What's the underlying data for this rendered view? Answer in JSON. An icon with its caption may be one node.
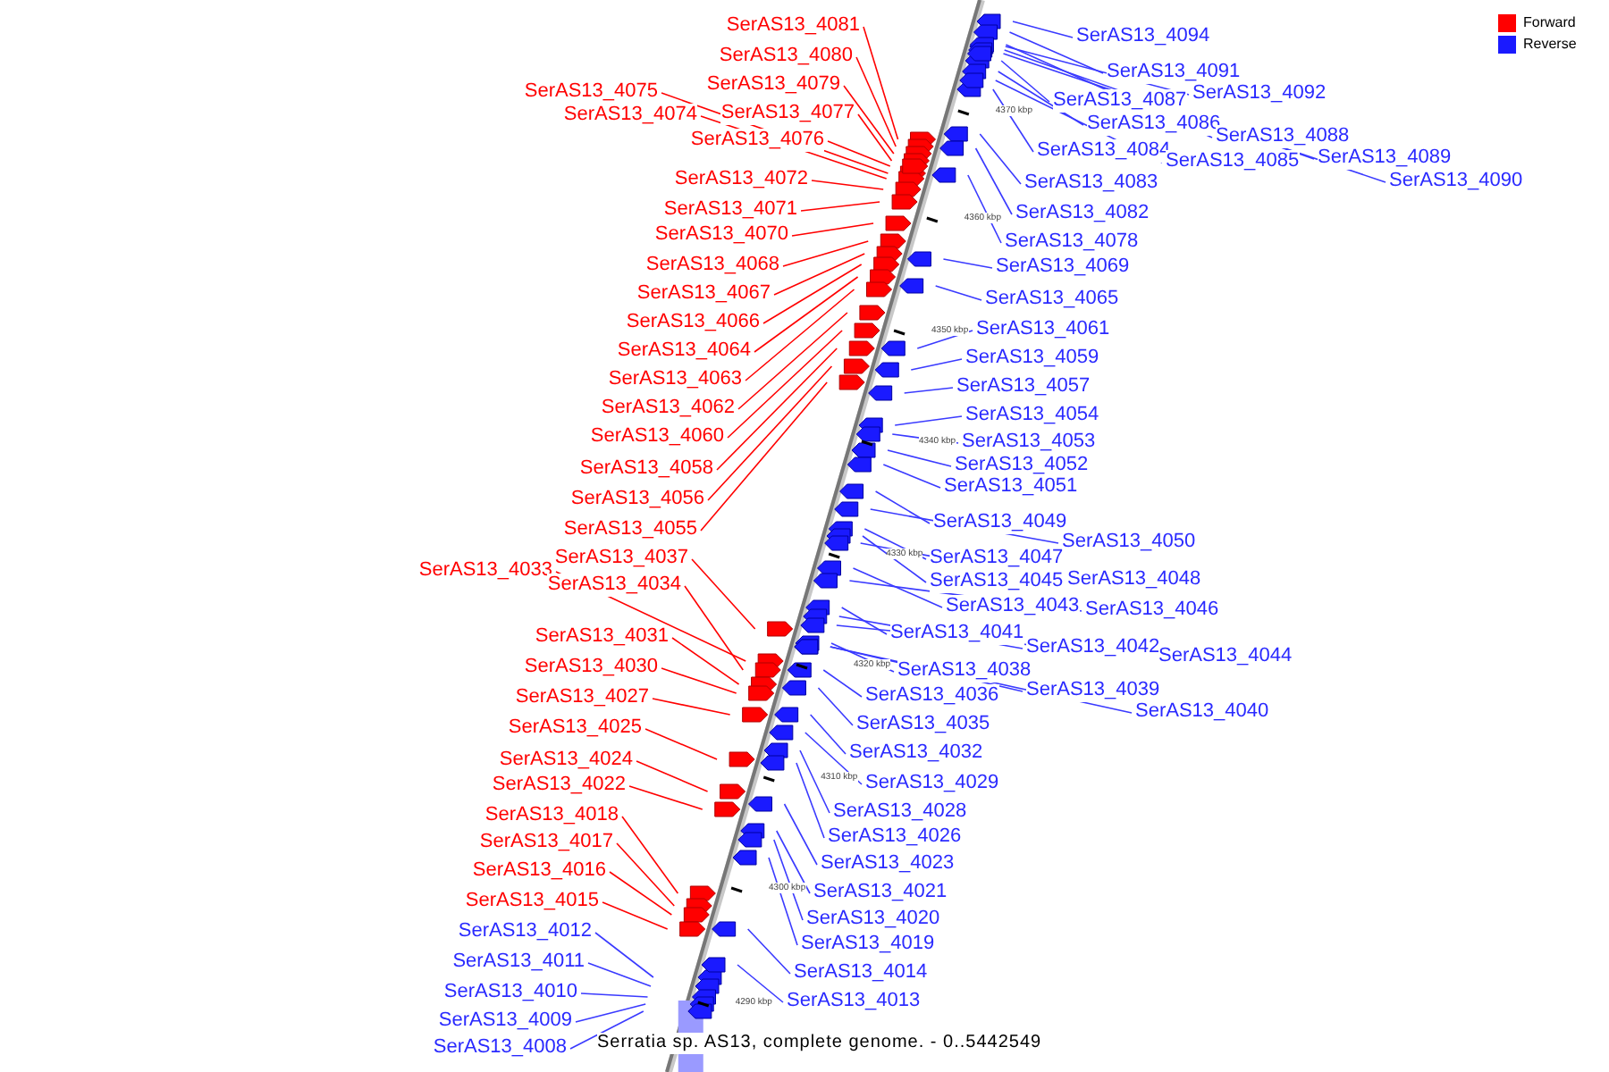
{
  "diagram": {
    "caption": "Serratia sp. AS13, complete genome. - 0..5442549",
    "nodes": [
      {
        "text": [
          "SerAS13_4081"
        ]
      },
      {
        "text": [
          "SerAS13_4080"
        ]
      },
      {
        "text": [
          "SerAS13_4079"
        ]
      },
      {
        "text": [
          "SerAS13_4075"
        ]
      },
      {
        "text": [
          "SerAS13_4077"
        ]
      },
      {
        "text": [
          "SerAS13_4074"
        ]
      },
      {
        "text": [
          "SerAS13_4076"
        ]
      },
      {
        "text": [
          "SerAS13_4072"
        ]
      },
      {
        "text": [
          "SerAS13_4071"
        ]
      },
      {
        "text": [
          "SerAS13_4070"
        ]
      },
      {
        "text": [
          "SerAS13_4068"
        ]
      },
      {
        "text": [
          "SerAS13_4067"
        ]
      },
      {
        "text": [
          "SerAS13_4066"
        ]
      },
      {
        "text": [
          "SerAS13_4064"
        ]
      },
      {
        "text": [
          "SerAS13_4063"
        ]
      },
      {
        "text": [
          "SerAS13_4062"
        ]
      },
      {
        "text": [
          "SerAS13_4060"
        ]
      },
      {
        "text": [
          "SerAS13_4058"
        ]
      },
      {
        "text": [
          "SerAS13_4056"
        ]
      },
      {
        "text": [
          "SerAS13_4055"
        ]
      },
      {
        "text": [
          "SerAS13_4037"
        ]
      },
      {
        "text": [
          "SerAS13_4033"
        ]
      },
      {
        "text": [
          "SerAS13_4034"
        ]
      },
      {
        "text": [
          "SerAS13_4031"
        ]
      },
      {
        "text": [
          "SerAS13_4030"
        ]
      },
      {
        "text": [
          "SerAS13_4027"
        ]
      },
      {
        "text": [
          "SerAS13_4025"
        ]
      },
      {
        "text": [
          "SerAS13_4024"
        ]
      },
      {
        "text": [
          "SerAS13_4022"
        ]
      },
      {
        "text": [
          "SerAS13_4018"
        ]
      },
      {
        "text": [
          "SerAS13_4017"
        ]
      },
      {
        "text": [
          "SerAS13_4016"
        ]
      },
      {
        "text": [
          "SerAS13_4015"
        ]
      },
      {
        "text": [
          "SerAS13_4012"
        ]
      },
      {
        "text": [
          "SerAS13_4011"
        ]
      },
      {
        "text": [
          "SerAS13_4010"
        ]
      },
      {
        "text": [
          "SerAS13_4009"
        ]
      },
      {
        "text": [
          "SerAS13_4008"
        ]
      },
      {
        "text": [
          "SerAS13_4094"
        ]
      },
      {
        "text": [
          "SerAS13_4091"
        ]
      },
      {
        "text": [
          "SerAS13_4092"
        ]
      },
      {
        "text": [
          "SerAS13_4087"
        ]
      },
      {
        "text": [
          "SerAS13_4086"
        ]
      },
      {
        "text": [
          "SerAS13_4088"
        ]
      },
      {
        "text": [
          "SerAS13_4084"
        ]
      },
      {
        "text": [
          "SerAS13_4089"
        ]
      },
      {
        "text": [
          "SerAS13_4085"
        ]
      },
      {
        "text": [
          "SerAS13_4090"
        ]
      },
      {
        "text": [
          "SerAS13_4083"
        ]
      },
      {
        "text": [
          "SerAS13_4082"
        ]
      },
      {
        "text": [
          "SerAS13_4078"
        ]
      },
      {
        "text": [
          "SerAS13_4069"
        ]
      },
      {
        "text": [
          "SerAS13_4065"
        ]
      },
      {
        "text": [
          "SerAS13_4061"
        ]
      },
      {
        "text": [
          "SerAS13_4059"
        ]
      },
      {
        "text": [
          "SerAS13_4057"
        ]
      },
      {
        "text": [
          "SerAS13_4054"
        ]
      },
      {
        "text": [
          "SerAS13_4053"
        ]
      },
      {
        "text": [
          "SerAS13_4052"
        ]
      },
      {
        "text": [
          "SerAS13_4051"
        ]
      },
      {
        "text": [
          "SerAS13_4049"
        ]
      },
      {
        "text": [
          "SerAS13_4050"
        ]
      },
      {
        "text": [
          "SerAS13_4047"
        ]
      },
      {
        "text": [
          "SerAS13_4045"
        ]
      },
      {
        "text": [
          "SerAS13_4048"
        ]
      },
      {
        "text": [
          "SerAS13_4043"
        ]
      },
      {
        "text": [
          "SerAS13_4046"
        ]
      },
      {
        "text": [
          "SerAS13_4041"
        ]
      },
      {
        "text": [
          "SerAS13_4042"
        ]
      },
      {
        "text": [
          "SerAS13_4044"
        ]
      },
      {
        "text": [
          "SerAS13_4038"
        ]
      },
      {
        "text": [
          "SerAS13_4039"
        ]
      },
      {
        "text": [
          "SerAS13_4036"
        ]
      },
      {
        "text": [
          "SerAS13_4040"
        ]
      },
      {
        "text": [
          "SerAS13_4035"
        ]
      },
      {
        "text": [
          "SerAS13_4032"
        ]
      },
      {
        "text": [
          "SerAS13_4029"
        ]
      },
      {
        "text": [
          "SerAS13_4028"
        ]
      },
      {
        "text": [
          "SerAS13_4026"
        ]
      },
      {
        "text": [
          "SerAS13_4023"
        ]
      },
      {
        "text": [
          "SerAS13_4021"
        ]
      },
      {
        "text": [
          "SerAS13_4020"
        ]
      },
      {
        "text": [
          "SerAS13_4019"
        ]
      },
      {
        "text": [
          "SerAS13_4014"
        ]
      },
      {
        "text": [
          "SerAS13_4013"
        ]
      }
    ],
    "edges": [
      {
        "from": 0,
        "to": null,
        "arrow": "none",
        "color": "#ff0000"
      },
      {
        "from": 1,
        "to": null,
        "arrow": "none",
        "color": "#ff0000"
      },
      {
        "from": 2,
        "to": null,
        "arrow": "none",
        "color": "#ff0000"
      },
      {
        "from": 3,
        "to": null,
        "arrow": "none",
        "color": "#ff0000"
      },
      {
        "from": 4,
        "to": null,
        "arrow": "none",
        "color": "#ff0000"
      },
      {
        "from": 5,
        "to": null,
        "arrow": "none",
        "color": "#ff0000"
      },
      {
        "from": 6,
        "to": null,
        "arrow": "none",
        "color": "#ff0000"
      },
      {
        "from": 7,
        "to": null,
        "arrow": "none",
        "color": "#ff0000"
      },
      {
        "from": 8,
        "to": null,
        "arrow": "none",
        "color": "#ff0000"
      },
      {
        "from": 9,
        "to": null,
        "arrow": "none",
        "color": "#ff0000"
      },
      {
        "from": 10,
        "to": null,
        "arrow": "none",
        "color": "#ff0000"
      },
      {
        "from": 11,
        "to": null,
        "arrow": "none",
        "color": "#ff0000"
      },
      {
        "from": 12,
        "to": null,
        "arrow": "none",
        "color": "#ff0000"
      },
      {
        "from": 13,
        "to": null,
        "arrow": "none",
        "color": "#ff0000"
      },
      {
        "from": 14,
        "to": null,
        "arrow": "none",
        "color": "#ff0000"
      },
      {
        "from": 15,
        "to": null,
        "arrow": "none",
        "color": "#ff0000"
      },
      {
        "from": 16,
        "to": null,
        "arrow": "none",
        "color": "#ff0000"
      },
      {
        "from": 17,
        "to": null,
        "arrow": "none",
        "color": "#ff0000"
      },
      {
        "from": 18,
        "to": null,
        "arrow": "none",
        "color": "#ff0000"
      },
      {
        "from": 19,
        "to": null,
        "arrow": "none",
        "color": "#ff0000"
      },
      {
        "from": 20,
        "to": null,
        "arrow": "none",
        "color": "#ff0000"
      },
      {
        "from": 21,
        "to": null,
        "arrow": "none",
        "color": "#ff0000"
      },
      {
        "from": 22,
        "to": null,
        "arrow": "none",
        "color": "#ff0000"
      },
      {
        "from": 23,
        "to": null,
        "arrow": "none",
        "color": "#ff0000"
      },
      {
        "from": 24,
        "to": null,
        "arrow": "none",
        "color": "#ff0000"
      },
      {
        "from": 25,
        "to": null,
        "arrow": "none",
        "color": "#ff0000"
      },
      {
        "from": 26,
        "to": null,
        "arrow": "none",
        "color": "#ff0000"
      },
      {
        "from": 27,
        "to": null,
        "arrow": "none",
        "color": "#ff0000"
      },
      {
        "from": 28,
        "to": null,
        "arrow": "none",
        "color": "#ff0000"
      },
      {
        "from": 29,
        "to": null,
        "arrow": "none",
        "color": "#ff0000"
      },
      {
        "from": 30,
        "to": null,
        "arrow": "none",
        "color": "#ff0000"
      },
      {
        "from": 31,
        "to": null,
        "arrow": "none",
        "color": "#ff0000"
      },
      {
        "from": 32,
        "to": null,
        "arrow": "none",
        "color": "#ff0000"
      },
      {
        "from": 33,
        "to": null,
        "arrow": "none"
      },
      {
        "from": 34,
        "to": null,
        "arrow": "none"
      },
      {
        "from": 35,
        "to": null,
        "arrow": "none"
      },
      {
        "from": 36,
        "to": null,
        "arrow": "none"
      },
      {
        "from": 37,
        "to": null,
        "arrow": "none"
      },
      {
        "from": 38,
        "to": null,
        "arrow": "none"
      },
      {
        "from": 39,
        "to": null,
        "arrow": "none"
      },
      {
        "from": 40,
        "to": null,
        "arrow": "none"
      },
      {
        "from": 41,
        "to": null,
        "arrow": "none"
      },
      {
        "from": 42,
        "to": null,
        "arrow": "none"
      },
      {
        "from": 43,
        "to": null,
        "arrow": "none"
      },
      {
        "from": 44,
        "to": null,
        "arrow": "none"
      },
      {
        "from": 45,
        "to": null,
        "arrow": "none"
      },
      {
        "from": 46,
        "to": null,
        "arrow": "none"
      },
      {
        "from": 47,
        "to": null,
        "arrow": "none"
      },
      {
        "from": 48,
        "to": null,
        "arrow": "none"
      },
      {
        "from": 49,
        "to": null,
        "arrow": "none"
      },
      {
        "from": 50,
        "to": null,
        "arrow": "none"
      },
      {
        "from": 51,
        "to": null,
        "arrow": "none"
      },
      {
        "from": 52,
        "to": null,
        "arrow": "none"
      },
      {
        "from": 53,
        "to": null,
        "arrow": "none"
      },
      {
        "from": 54,
        "to": null,
        "arrow": "none"
      },
      {
        "from": 55,
        "to": null,
        "arrow": "none"
      },
      {
        "from": 56,
        "to": null,
        "arrow": "none"
      },
      {
        "from": 57,
        "to": null,
        "arrow": "none"
      },
      {
        "from": 58,
        "to": null,
        "arrow": "none"
      },
      {
        "from": 59,
        "to": null,
        "arrow": "none"
      },
      {
        "from": 60,
        "to": null,
        "arrow": "none"
      },
      {
        "from": 61,
        "to": null,
        "arrow": "none"
      },
      {
        "from": 62,
        "to": null,
        "arrow": "none"
      },
      {
        "from": 63,
        "to": null,
        "arrow": "none"
      },
      {
        "from": 64,
        "to": null,
        "arrow": "none"
      },
      {
        "from": 65,
        "to": null,
        "arrow": "none"
      },
      {
        "from": 66,
        "to": null,
        "arrow": "none"
      },
      {
        "from": 67,
        "to": null,
        "arrow": "none"
      },
      {
        "from": 68,
        "to": null,
        "arrow": "none"
      },
      {
        "from": 69,
        "to": null,
        "arrow": "none"
      },
      {
        "from": 70,
        "to": null,
        "arrow": "none"
      },
      {
        "from": 71,
        "to": null,
        "arrow": "none"
      },
      {
        "from": 72,
        "to": null,
        "arrow": "none"
      },
      {
        "from": 73,
        "to": null,
        "arrow": "none"
      },
      {
        "from": 74,
        "to": null,
        "arrow": "none"
      },
      {
        "from": 75,
        "to": null,
        "arrow": "none"
      },
      {
        "from": 76,
        "to": null,
        "arrow": "none"
      },
      {
        "from": 77,
        "to": null,
        "arrow": "none"
      },
      {
        "from": 78,
        "to": null,
        "arrow": "none"
      },
      {
        "from": 79,
        "to": null,
        "arrow": "none"
      },
      {
        "from": 80,
        "to": null,
        "arrow": "none"
      },
      {
        "from": 81,
        "to": null,
        "arrow": "none"
      },
      {
        "from": 82,
        "to": null,
        "arrow": "none"
      },
      {
        "from": 83,
        "to": null,
        "arrow": "none"
      },
      {
        "from": 84,
        "to": null,
        "arrow": "none"
      }
    ],
    "labels": [
      "4370 kbp",
      "4360 kbp",
      "4350 kbp",
      "4340 kbp",
      "4330 kbp",
      "4320 kbp",
      "4310 kbp",
      "4300 kbp",
      "4290 kbp"
    ],
    "legend": [
      {
        "text": "Forward",
        "color": "#ff0000"
      },
      {
        "text": "Reverse",
        "color": "#1a1aff"
      }
    ]
  }
}
